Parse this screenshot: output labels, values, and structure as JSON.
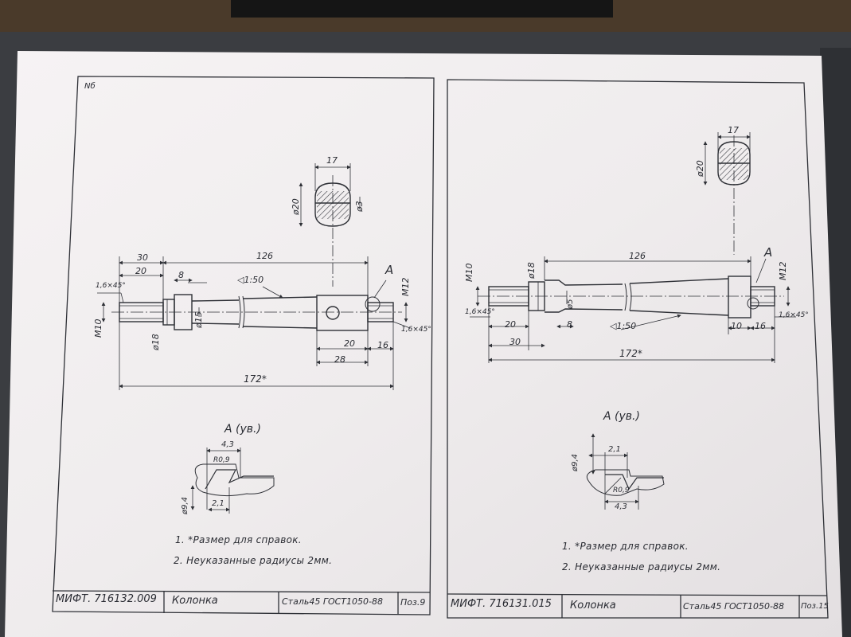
{
  "colors": {
    "paper": "#f1eeef",
    "ink": "#2e3036",
    "table": "#5a4630",
    "desk": "#3b3d41"
  },
  "sheets": [
    {
      "corner_mark": "Nб",
      "dims": {
        "width_17": "17",
        "dia_20": "ø20",
        "dia_3": "ø3",
        "len_30": "30",
        "len_20_left": "20",
        "len_126": "126",
        "len_8": "8",
        "taper": "◁1:50",
        "chamfer_left": "1,6×45°",
        "thread_left": "M10",
        "dia_15": "ø15",
        "dia_18": "ø18",
        "mark_A": "A",
        "thread_right": "M12",
        "chamfer_right": "1,6×45°",
        "len_20_right": "20",
        "len_16": "16",
        "len_28": "28",
        "total": "172*"
      },
      "view_title": "A (ув.)",
      "detail": {
        "d43": "4,3",
        "r09": "R0,9",
        "d94": "ø9,4",
        "d21": "2,1"
      },
      "notes": [
        "1. *Размер для справок.",
        "2. Неуказанные радиусы 2мм."
      ],
      "titleblock": {
        "code": "МИФТ. 716132.009",
        "name": "Колонка",
        "material": "Сталь45 ГОСТ1050-88",
        "pos": "Поз.9"
      }
    },
    {
      "dims": {
        "width_17": "17",
        "dia_20": "ø20",
        "thread_left": "M10",
        "dia_18": "ø18",
        "len_126": "126",
        "mark_A": "A",
        "thread_right": "M12",
        "chamfer_left": "1,6×45°",
        "dia_5": "ø5",
        "len_20": "20",
        "len_8": "8",
        "taper": "◁1:50",
        "len_10": "10",
        "len_16": "16",
        "chamfer_right": "1,6×45°",
        "len_30": "30",
        "total": "172*"
      },
      "view_title": "A (ув.)",
      "detail": {
        "d94": "ø9,4",
        "d21": "2,1",
        "r09": "R0,9",
        "d43": "4,3"
      },
      "notes": [
        "1. *Размер для справок.",
        "2. Неуказанные радиусы 2мм."
      ],
      "titleblock": {
        "code": "МИФТ. 716131.015",
        "name": "Колонка",
        "material": "Сталь45 ГОСТ1050-88",
        "pos": "Поз.15"
      }
    }
  ]
}
